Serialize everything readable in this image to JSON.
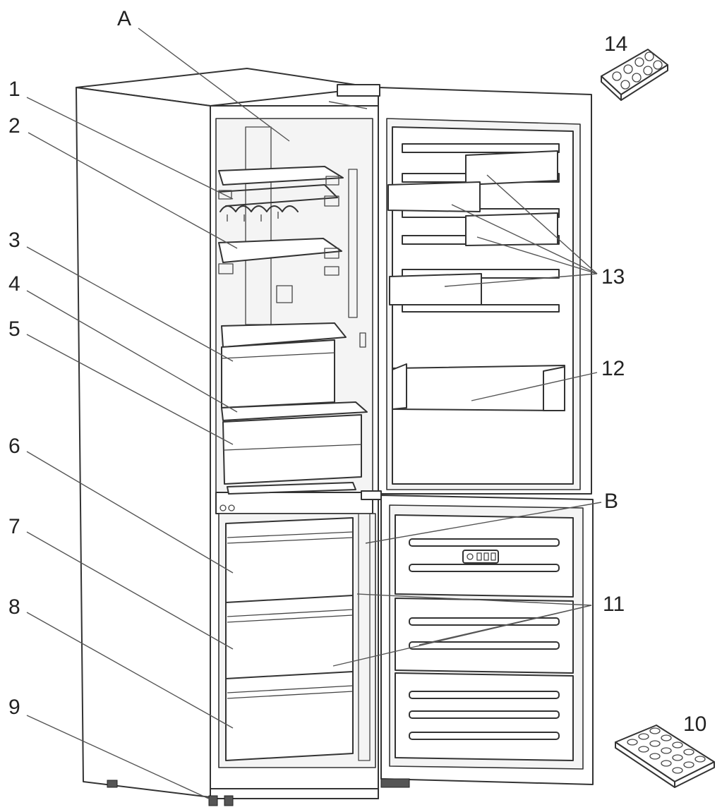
{
  "callouts": {
    "A": "A",
    "B": "B",
    "c1": "1",
    "c2": "2",
    "c3": "3",
    "c4": "4",
    "c5": "5",
    "c6": "6",
    "c7": "7",
    "c8": "8",
    "c9": "9",
    "c10": "10",
    "c11": "11",
    "c12": "12",
    "c13": "13",
    "c14": "14"
  },
  "colors": {
    "line": "#333333",
    "background": "#ffffff"
  }
}
